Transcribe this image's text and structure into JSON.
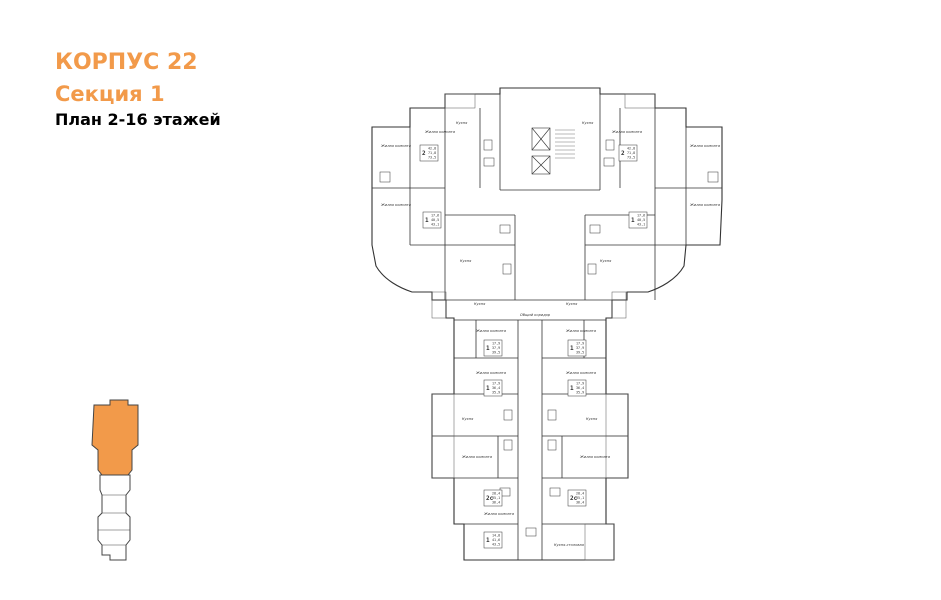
{
  "header": {
    "building": "КОРПУС 22",
    "section": "Секция 1",
    "floors": "План 2-16 этажей"
  },
  "colors": {
    "accent": "#f29a4a",
    "wall": "#333333",
    "keyplan_outline": "#444444"
  },
  "rooms": {
    "living": "Жилая комната",
    "kitchen": "Кухня",
    "corridor": "Общий коридор",
    "kitchen_living": "Кухня-столовая"
  },
  "apartments": {
    "a1": [
      "2",
      "42,8",
      "71,8",
      "73,5"
    ],
    "a2": [
      "2",
      "42,8",
      "71,8",
      "73,5"
    ],
    "a3": [
      "1",
      "17,6",
      "40,5",
      "43,1"
    ],
    "a4": [
      "1",
      "17,6",
      "40,5",
      "43,1"
    ],
    "a5": [
      "1",
      "17,9",
      "37,9",
      "39,5"
    ],
    "a6": [
      "1",
      "17,9",
      "37,9",
      "39,5"
    ],
    "a7": [
      "1",
      "17,9",
      "36,4",
      "35,9"
    ],
    "a8": [
      "1",
      "17,9",
      "36,4",
      "35,9"
    ],
    "a9": [
      "2с",
      "28,4",
      "35,1",
      "36,4"
    ],
    "a10": [
      "2с",
      "28,4",
      "35,1",
      "36,4"
    ],
    "a11": [
      "1",
      "14,8",
      "41,6",
      "43,5"
    ]
  },
  "keyplan": {
    "highlighted": "Секция 1"
  }
}
